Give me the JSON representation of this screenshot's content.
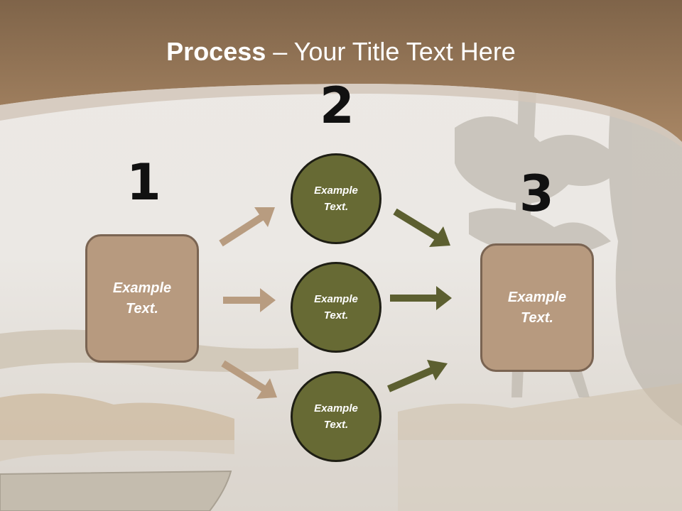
{
  "title": {
    "bold": "Process",
    "rest": " – Your Title Text Here"
  },
  "steps": {
    "one": "1",
    "two": "2",
    "three": "3"
  },
  "left_box": {
    "line1": "Example",
    "line2": "Text."
  },
  "circles": [
    {
      "line1": "Example",
      "line2": "Text."
    },
    {
      "line1": "Example",
      "line2": "Text."
    },
    {
      "line1": "Example",
      "line2": "Text."
    }
  ],
  "right_box": {
    "line1": "Example",
    "line2": "Text."
  },
  "colors": {
    "header_brown": "#a07f61",
    "box_fill": "#b79a7f",
    "circle_fill": "#676a34",
    "left_arrow": "#b89c80",
    "right_arrow": "#5c5f30"
  }
}
